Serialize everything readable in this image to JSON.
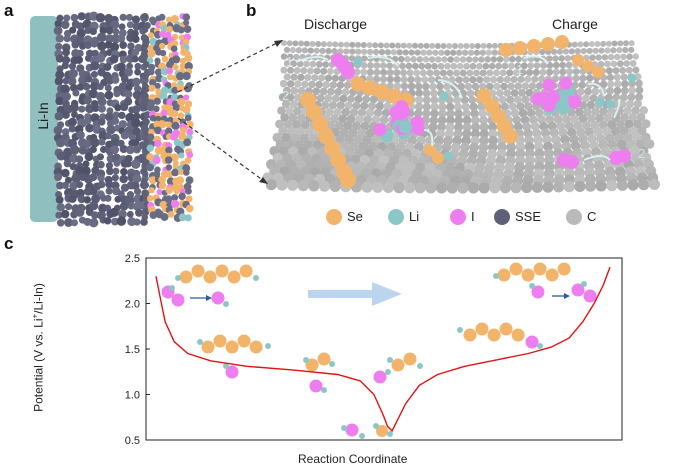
{
  "panel_a": {
    "letter": "a",
    "electrode_label": "Li-In"
  },
  "panel_b": {
    "letter": "b",
    "label_discharge": "Discharge",
    "label_charge": "Charge",
    "step_1": "1",
    "step_2": "2",
    "legend": [
      {
        "label": "Se",
        "color": "#f2b46a"
      },
      {
        "label": "Li",
        "color": "#8cc7c7"
      },
      {
        "label": "I",
        "color": "#ee7ef0"
      },
      {
        "label": "SSE",
        "color": "#5e6078"
      },
      {
        "label": "C",
        "color": "#b9b9b9"
      }
    ]
  },
  "panel_c": {
    "letter": "c"
  },
  "colors": {
    "curve": "#e01414",
    "arrow": "#a9cbe8",
    "se": "#f2b46a",
    "li": "#8cc7c7",
    "iodine": "#ee7ef0",
    "sse": "#5e6078",
    "electrode": "#8fbfbf"
  },
  "chart_data": {
    "type": "line",
    "xlabel": "Reaction Coordinate",
    "ylabel": "Potential (V vs. Li+/Li-In)",
    "ylabel_parts": [
      "Potential (V vs. Li",
      "+",
      "/Li-In)"
    ],
    "ylim": [
      0.5,
      2.5
    ],
    "yticks": [
      "2.5",
      "2.0",
      "1.5",
      "1.0",
      "0.5"
    ],
    "xlim": [
      0,
      1
    ],
    "series": [
      {
        "name": "",
        "x": [
          0.0,
          0.01,
          0.02,
          0.04,
          0.07,
          0.12,
          0.2,
          0.3,
          0.4,
          0.45,
          0.48,
          0.5,
          0.51,
          0.52,
          0.53,
          0.55,
          0.58,
          0.62,
          0.68,
          0.75,
          0.82,
          0.87,
          0.91,
          0.94,
          0.965,
          0.985,
          1.0
        ],
        "y": [
          2.3,
          2.05,
          1.8,
          1.58,
          1.45,
          1.37,
          1.31,
          1.27,
          1.22,
          1.15,
          1.0,
          0.78,
          0.65,
          0.6,
          0.7,
          0.9,
          1.1,
          1.22,
          1.31,
          1.38,
          1.45,
          1.52,
          1.62,
          1.8,
          2.0,
          2.2,
          2.4
        ]
      }
    ]
  }
}
